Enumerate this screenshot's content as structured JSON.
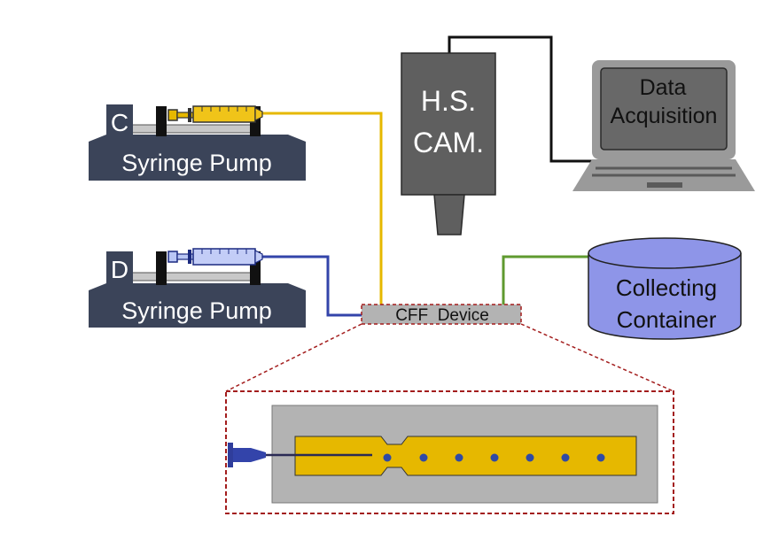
{
  "pumps": {
    "c": {
      "tag": "C",
      "label": "Syringe Pump"
    },
    "d": {
      "tag": "D",
      "label": "Syringe Pump"
    }
  },
  "camera": {
    "line1": "H.S.",
    "line2": "CAM."
  },
  "laptop": {
    "line1": "Data",
    "line2": "Acquisition"
  },
  "device": {
    "label": "CFF  Device"
  },
  "container": {
    "line1": "Collecting",
    "line2": "Container"
  },
  "colors": {
    "pump_body": "#3b4459",
    "pump_base": "#2e3548",
    "pump_tag_bg": "#3b4459",
    "continuous_line": "#e6b800",
    "dispersed_line": "#3344aa",
    "output_line": "#5f9a2f",
    "camera_body": "#5f5f5f",
    "laptop_body": "#9a9a9a",
    "laptop_screen": "#686868",
    "container_fill": "#8e95e8",
    "device_fill": "#b3b3b3",
    "zoom_border": "#a31d1d",
    "chip_fill": "#e6b800",
    "chip_frame": "#b3b3b3",
    "droplet": "#2f4aa5"
  },
  "icons": {
    "pump_c": "syringe-pump-icon",
    "pump_d": "syringe-pump-icon",
    "camera": "camera-icon",
    "laptop": "laptop-icon",
    "container": "cylinder-container-icon",
    "needle": "needle-icon"
  }
}
